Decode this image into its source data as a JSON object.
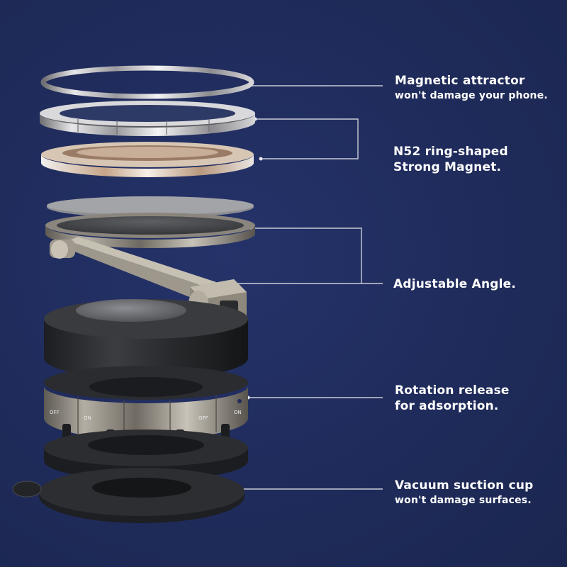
{
  "colors": {
    "background": "#1f2b58",
    "text": "#ffffff",
    "leader_line": "#c9ccd6",
    "metal_silver": "#c9c9cc",
    "metal_bronze": "#b89a7a",
    "dark_base": "#2a2b2e"
  },
  "callouts": [
    {
      "title": "Magnetic attractor",
      "subtitle": "won't damage your phone."
    },
    {
      "title": "N52 ring-shaped",
      "subtitle": "Strong Magnet."
    },
    {
      "title": "Adjustable Angle.",
      "subtitle": ""
    },
    {
      "title": "Rotation release",
      "subtitle": "for adsorption."
    },
    {
      "title": "Vacuum suction cup",
      "subtitle": "won't damage surfaces."
    }
  ],
  "engravings": {
    "left_off": "OFF",
    "left_on": "ON",
    "right_off": "OFF",
    "right_on": "ON"
  }
}
